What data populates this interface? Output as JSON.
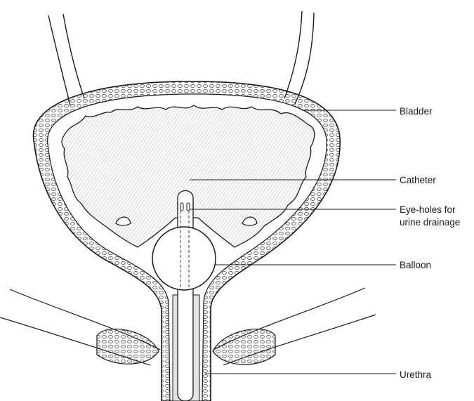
{
  "labels": {
    "bladder": "Bladder",
    "catheter": "Catheter",
    "eye_holes_line1": "Eye-holes for",
    "eye_holes_line2": "urine drainage",
    "balloon": "Balloon",
    "urethra": "Urethra"
  },
  "colors": {
    "ink": "#1a1a1a",
    "lumen_fill": "#e4e4e4",
    "background": "#ffffff"
  }
}
